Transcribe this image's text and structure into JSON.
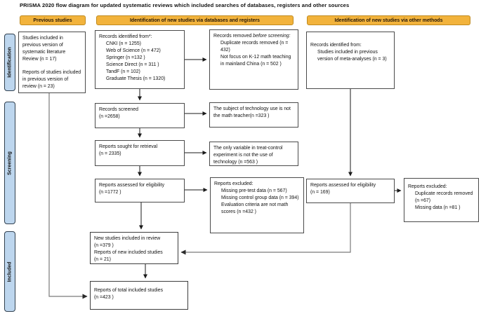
{
  "title": "PRISMA 2020 flow diagram for updated systematic reviews which included searches of databases, registers and other sources",
  "colors": {
    "header_bg": "#F2B33C",
    "header_border": "#C08A1E",
    "sidebar_bg": "#BDD6EE",
    "sidebar_border": "#31404F",
    "box_border": "#4a4a4a",
    "arrow": "#1a1a1a",
    "feedback_line": "#7a7a7a"
  },
  "headers": {
    "previous": "Previous studies",
    "databases": "Identification of new studies via databases and registers",
    "other": "Identification of new studies via other methods"
  },
  "sidebar": {
    "identification": "Identification",
    "screening": "Screening",
    "included": "Included"
  },
  "boxes": {
    "prev_studies": {
      "p1": "Studies included in previous version of systematic literature Review (n = 17)",
      "p2": "Reports of studies included in previous version of review (n = 23)"
    },
    "records_identified": {
      "head": "Records identified from*:",
      "items": [
        "CNKI (n = 1255)",
        "Web of Science (n = 472)",
        "Springer (n =132 )",
        "Science Direct (n = 311 )",
        "TandF (n = 102)",
        "Graduate Thesis (n = 1320)"
      ]
    },
    "records_removed": {
      "head_pre": "Records removed ",
      "head_italic": "before screening:",
      "items": [
        "Duplicate records removed (n = 432)",
        "Not focus on K-12 math teaching in mainland China (n = 502 )"
      ]
    },
    "records_screened": {
      "p1": "Records screened",
      "p2": "(n =2658)"
    },
    "excl_subject": {
      "p1": "The subject of technology use is not the math teacher(n =323 )"
    },
    "reports_sought": {
      "p1": "Reports sought for retrieval",
      "p2": "(n = 2335)"
    },
    "excl_variable": {
      "p1": "The only variable in treat-control experiment is not the use of technology (n =563 )"
    },
    "reports_assessed": {
      "p1": "Reports assessed for eligibility",
      "p2": "(n =1772 )"
    },
    "reports_excluded_db": {
      "head": "Reports excluded:",
      "items": [
        "Missing pre-test data (n = 567)",
        "Missing control group data (n = 394)",
        "Evaluation criteria are not math scores  (n =432 )"
      ]
    },
    "new_studies": {
      "p1": "New studies included in review",
      "p2": "(n =379 )",
      "p3": "Reports of new included studies",
      "p4": "(n = 21)"
    },
    "total": {
      "p1": "Reports of total included studies",
      "p2": "(n =423 )"
    },
    "other_records": {
      "head": "Records identified from:",
      "items": [
        "Studies included in previous version of meta-analyses (n = 3)"
      ]
    },
    "other_assessed": {
      "p1": "Reports assessed for eligibility",
      "p2": "(n = 169)"
    },
    "reports_excluded_other": {
      "head": "Reports excluded:",
      "items": [
        "Duplicate records removed   (n =67)",
        "Missing data (n =81 )"
      ]
    }
  }
}
